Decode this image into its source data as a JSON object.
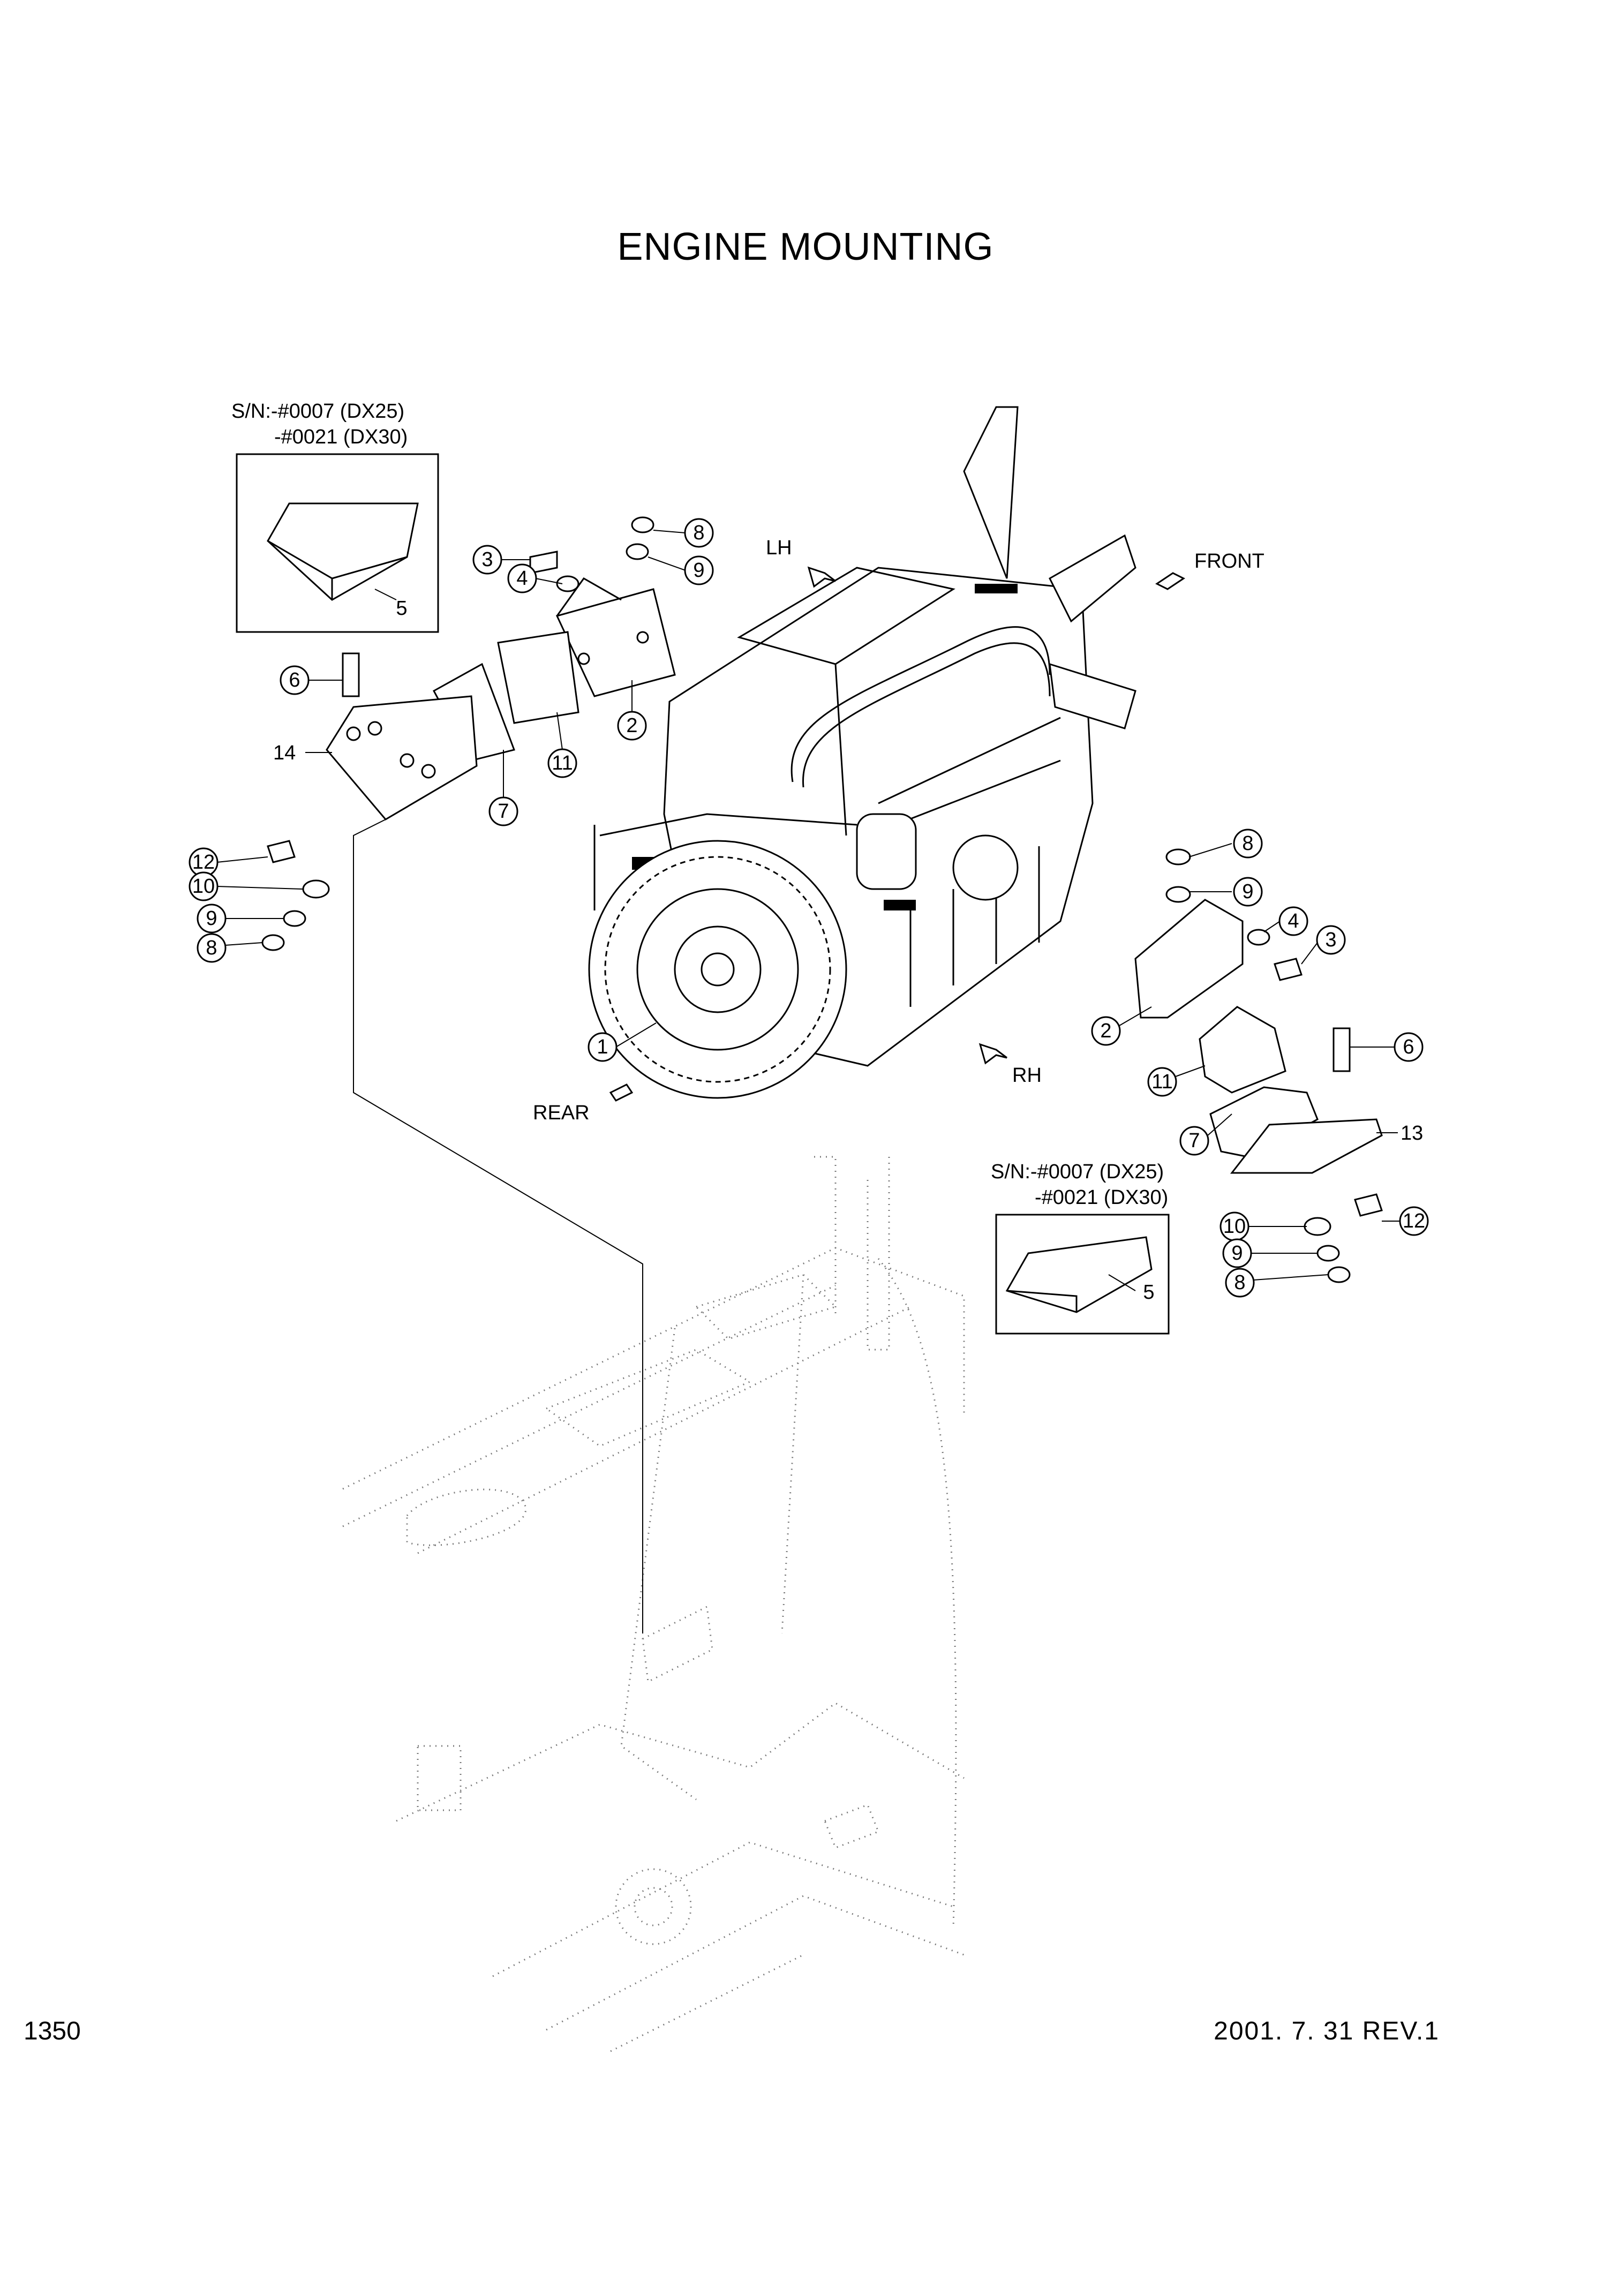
{
  "title": "ENGINE MOUNTING",
  "page_number": "1350",
  "revision": "2001. 7. 31  REV.1",
  "serial_box_left": {
    "line1": "S/N:-#0007 (DX25)",
    "line2": "-#0021 (DX30)"
  },
  "serial_box_right": {
    "line1": "S/N:-#0007 (DX25)",
    "line2": "-#0021 (DX30)"
  },
  "directions": {
    "lh": "LH",
    "front": "FRONT",
    "rh": "RH",
    "rear": "REAR"
  },
  "callouts_left": [
    "5",
    "3",
    "4",
    "8",
    "9",
    "2",
    "11",
    "7",
    "6",
    "14",
    "12",
    "10",
    "9",
    "8",
    "1"
  ],
  "callouts_right": [
    "8",
    "9",
    "4",
    "3",
    "2",
    "6",
    "11",
    "7",
    "13",
    "10",
    "12",
    "9",
    "8",
    "5"
  ]
}
